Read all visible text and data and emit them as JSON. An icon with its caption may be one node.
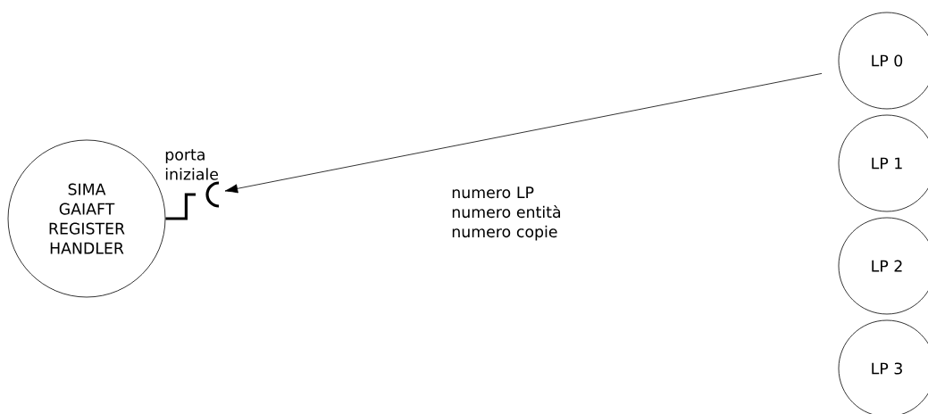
{
  "diagram": {
    "nodes": [
      {
        "text": [
          "SIMA GAIAFT REGISTER HANDLER"
        ]
      },
      {
        "text": [],
        "shape": "port",
        "beside": [
          "porta iniziale"
        ]
      },
      {
        "text": [
          "LP 0"
        ]
      },
      {
        "text": [
          "LP 1"
        ]
      },
      {
        "text": [
          "LP 2"
        ]
      },
      {
        "text": [
          "LP 3"
        ]
      }
    ],
    "edges": [
      {
        "from": 0,
        "to": 1,
        "arrow": "none",
        "style": "thick"
      },
      {
        "from": 2,
        "to": 1,
        "arrow": "to",
        "label": "numero LP numero entità numero copie"
      }
    ]
  }
}
